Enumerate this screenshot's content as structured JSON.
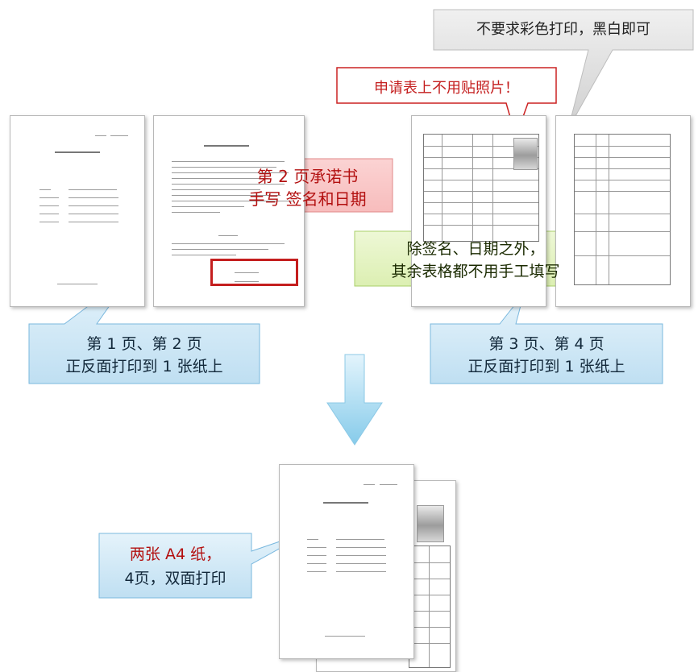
{
  "callouts": {
    "grey_note": "不要求彩色打印，黑白即可",
    "photo_note": "申请表上不用贴照片！",
    "sign_note_line1": "第 2 页承诺书",
    "sign_note_line2": "手写 签名和日期",
    "green_note_line1": "除签名、日期之外，",
    "green_note_line2": "其余表格都不用手工填写",
    "left_pair_line1": "第 1 页、第 2 页",
    "left_pair_line2": "正反面打印到 1 张纸上",
    "right_pair_line1": "第 3 页、第 4 页",
    "right_pair_line2": "正反面打印到 1 张纸上",
    "result_line1": "两张 A4 纸，",
    "result_line2": "4页，双面打印"
  },
  "colors": {
    "blue_callout": "#cfe8f7",
    "blue_border": "#5aa6d6",
    "pink_callout": "#f7b6b6",
    "red_border": "#cc2222",
    "green_callout": "#e8f5c8",
    "green_border": "#9bc55a",
    "grey_callout": "#d9d9d9",
    "arrow": "#8fd0ee"
  },
  "icons": {
    "down_arrow": "down-arrow-icon"
  }
}
